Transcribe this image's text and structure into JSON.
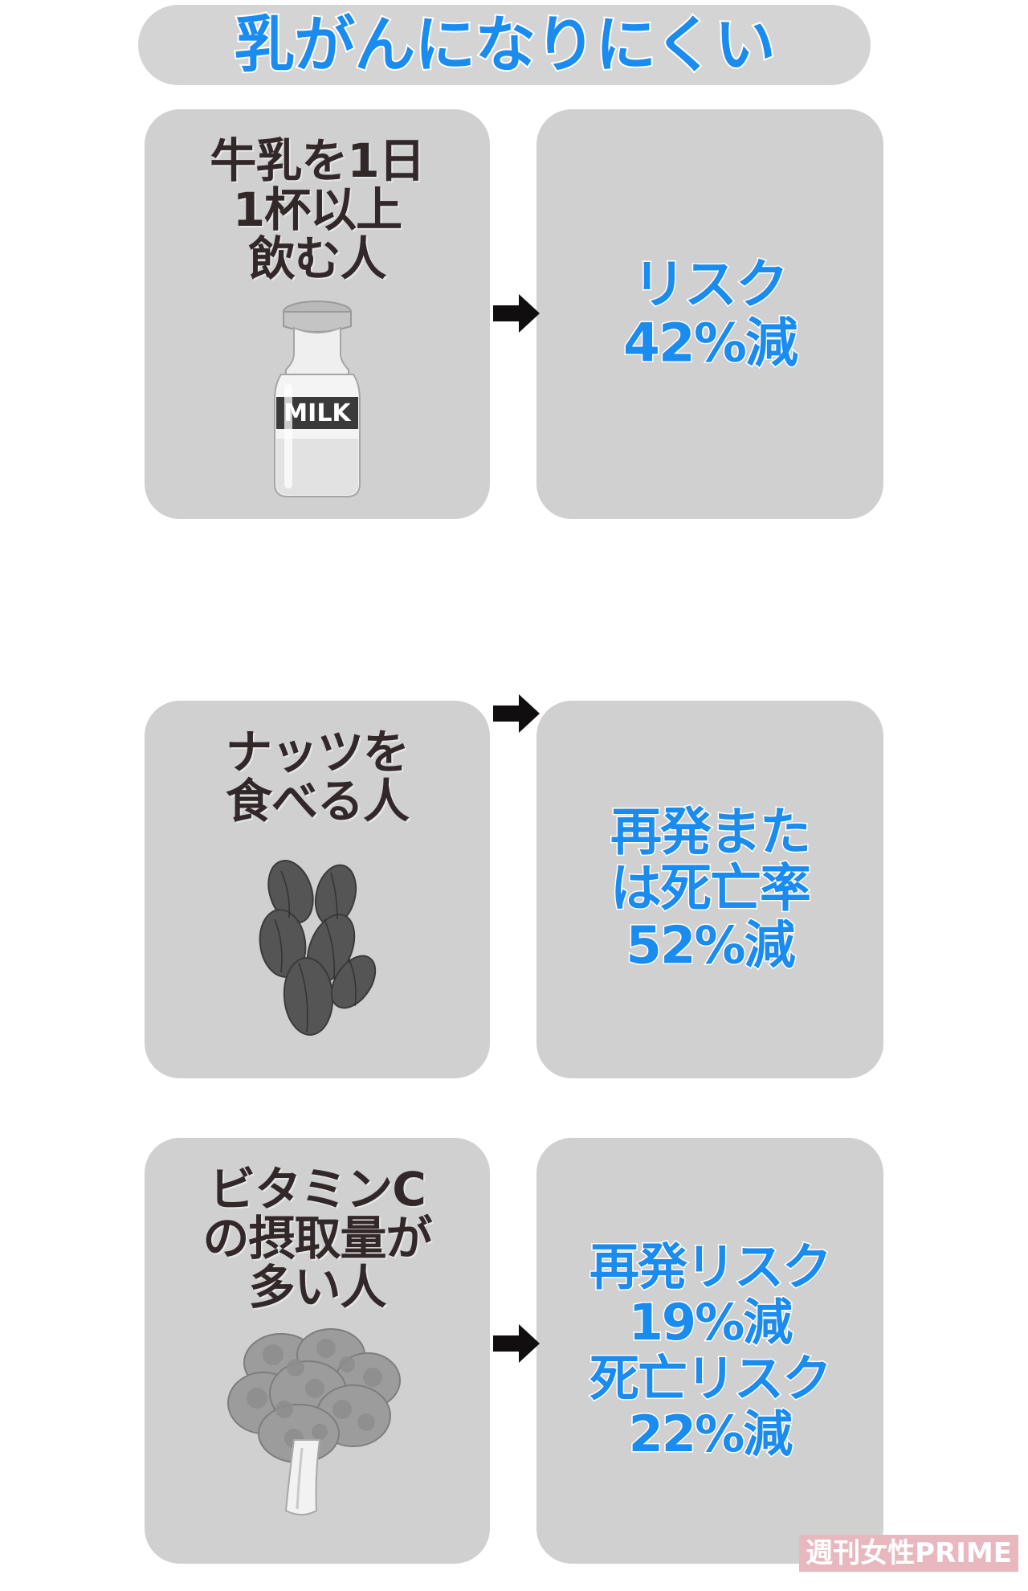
{
  "title": {
    "text": "乳がんになりにくい",
    "color": "#1a8cf0",
    "banner_color": "#d4d4d4"
  },
  "theme": {
    "card_bg": "#d0d0d0",
    "accent_blue": "#1a8cf0",
    "dark_text": "#32282a",
    "page_bg": "#ffffff",
    "watermark_bg": "#e9b8bf"
  },
  "rows": [
    {
      "id": "milk",
      "cause": "牛乳を1日\n1杯以上\n飲む人",
      "icon": "milk-bottle-icon",
      "icon_label": "MILK",
      "arrow": "right-arrow-icon",
      "effect": "リスク\n42%減",
      "effect_values": [
        {
          "metric": "リスク",
          "change": "42%減",
          "percent": 42
        }
      ]
    },
    {
      "id": "nuts",
      "cause": "ナッツを\n食べる人",
      "icon": "almond-nuts-icon",
      "arrow": "right-arrow-icon",
      "effect": "再発または\nは死亡率\n52%減",
      "effect_display": "再発また\nは死亡率\n52%減",
      "effect_values": [
        {
          "metric": "再発または死亡率",
          "change": "52%減",
          "percent": 52
        }
      ]
    },
    {
      "id": "vitaminc",
      "cause": "ビタミンC\nの摂取量が\n多い人",
      "icon": "broccoli-icon",
      "arrow": "right-arrow-icon",
      "effect": "再発リスク\n19%減\n死亡リスク\n22%減",
      "effect_values": [
        {
          "metric": "再発リスク",
          "change": "19%減",
          "percent": 19
        },
        {
          "metric": "死亡リスク",
          "change": "22%減",
          "percent": 22
        }
      ]
    }
  ],
  "watermark": {
    "text": "週刊女性PRIME"
  }
}
